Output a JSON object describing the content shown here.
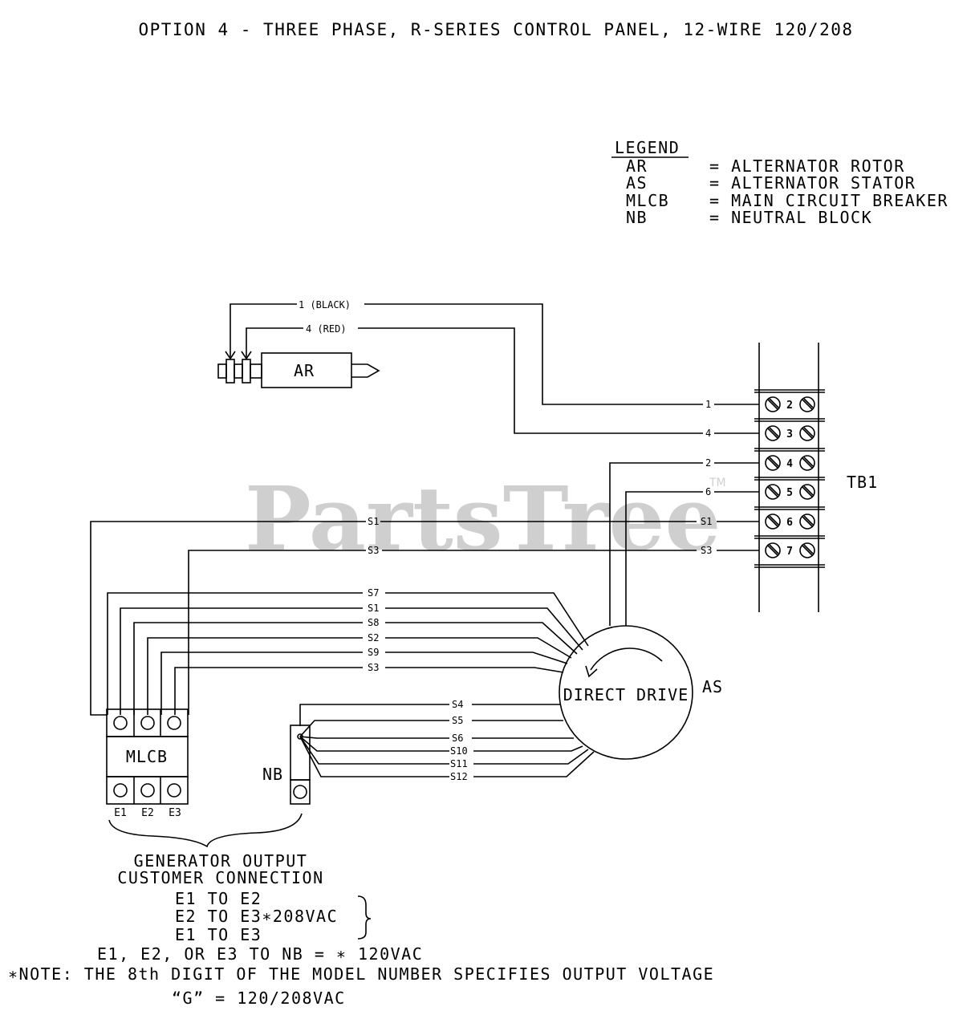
{
  "title": "OPTION 4 - THREE PHASE, R-SERIES CONTROL PANEL, 12-WIRE 120/208",
  "legend": {
    "heading": "LEGEND",
    "items": [
      {
        "abbr": "AR",
        "desc": "= ALTERNATOR ROTOR"
      },
      {
        "abbr": "AS",
        "desc": "= ALTERNATOR STATOR"
      },
      {
        "abbr": "MLCB",
        "desc": "= MAIN CIRCUIT BREAKER"
      },
      {
        "abbr": "NB",
        "desc": "= NEUTRAL BLOCK"
      }
    ]
  },
  "watermark": {
    "text": "PartsTree",
    "tm": "TM"
  },
  "components": {
    "rotor": "AR",
    "stator_inner": "DIRECT DRIVE",
    "stator_label": "AS",
    "breaker": "MLCB",
    "neutral": "NB",
    "terminal_block": "TB1"
  },
  "rotor_wires": {
    "black": "1 (BLACK)",
    "red": "4 (RED)"
  },
  "tb1_terminals": [
    "2",
    "3",
    "4",
    "5",
    "6",
    "7"
  ],
  "tb1_wires": [
    "1",
    "4",
    "2",
    "6",
    "S1",
    "S3"
  ],
  "long_wires": [
    "S1",
    "S3"
  ],
  "mlcb_wires": [
    "S7",
    "S1",
    "S8",
    "S2",
    "S9",
    "S3"
  ],
  "nb_wires": [
    "S4",
    "S5",
    "S6",
    "S10",
    "S11",
    "S12"
  ],
  "mlcb_terminals": [
    "E1",
    "E2",
    "E3"
  ],
  "output": {
    "heading1": "GENERATOR OUTPUT",
    "heading2": "CUSTOMER CONNECTION",
    "line1": "E1 TO E2",
    "line2": "E2 TO E3∗208VAC",
    "line3": "E1 TO E3",
    "line4": "E1, E2, OR E3 TO NB = ∗ 120VAC",
    "note": "∗NOTE: THE 8th DIGIT OF THE MODEL NUMBER SPECIFIES OUTPUT VOLTAGE",
    "note2": "“G” = 120/208VAC"
  }
}
